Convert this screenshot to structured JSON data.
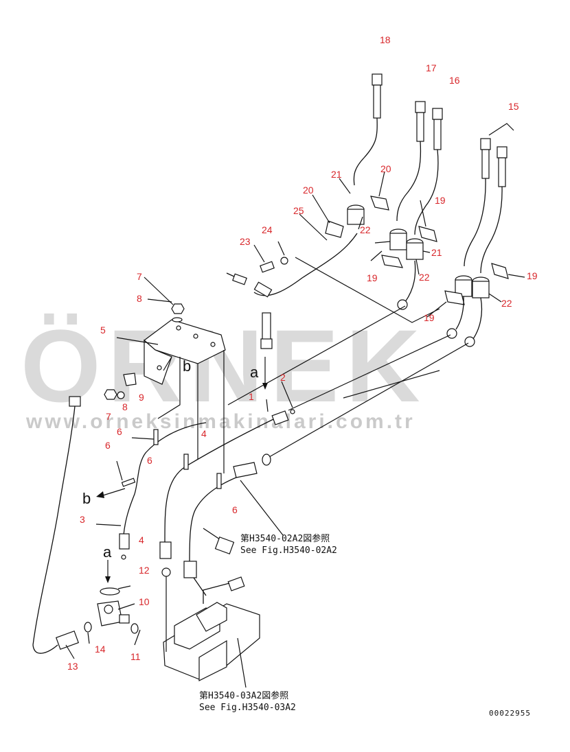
{
  "watermark": {
    "brand": "ÖRNEK",
    "url": "www.orneksinmakinalari.com.tr",
    "accent_color": "#f2c84b",
    "text_color": "#bdbdbd"
  },
  "colors": {
    "callout": "#d8262a",
    "line": "#111111"
  },
  "callouts": {
    "c18": "18",
    "c17": "17",
    "c16": "16",
    "c15": "15",
    "c21a": "21",
    "c20a": "20",
    "c20b": "20",
    "c19a": "19",
    "c25": "25",
    "c22a": "22",
    "c24": "24",
    "c21b": "21",
    "c23": "23",
    "c19b": "19",
    "c22b": "22",
    "c19c": "19",
    "c22c": "22",
    "c19d": "19",
    "c7a": "7",
    "c8a": "8",
    "c5": "5",
    "c2": "2",
    "c9": "9",
    "c7b": "7",
    "c8b": "8",
    "c1": "1",
    "c6a": "6",
    "c4a": "4",
    "c6b": "6",
    "c6c": "6",
    "c3": "3",
    "c6d": "6",
    "c4b": "4",
    "c12": "12",
    "c10": "10",
    "c14": "14",
    "c11": "11",
    "c13": "13"
  },
  "letters": {
    "a1": "a",
    "b1": "b",
    "b2": "b",
    "a2": "a"
  },
  "references": {
    "ref1_jp": "第H3540-02A2図参照",
    "ref1_en": "See Fig.H3540-02A2",
    "ref2_jp": "第H3540-03A2図参照",
    "ref2_en": "See Fig.H3540-03A2"
  },
  "drawing_number": "00022955"
}
